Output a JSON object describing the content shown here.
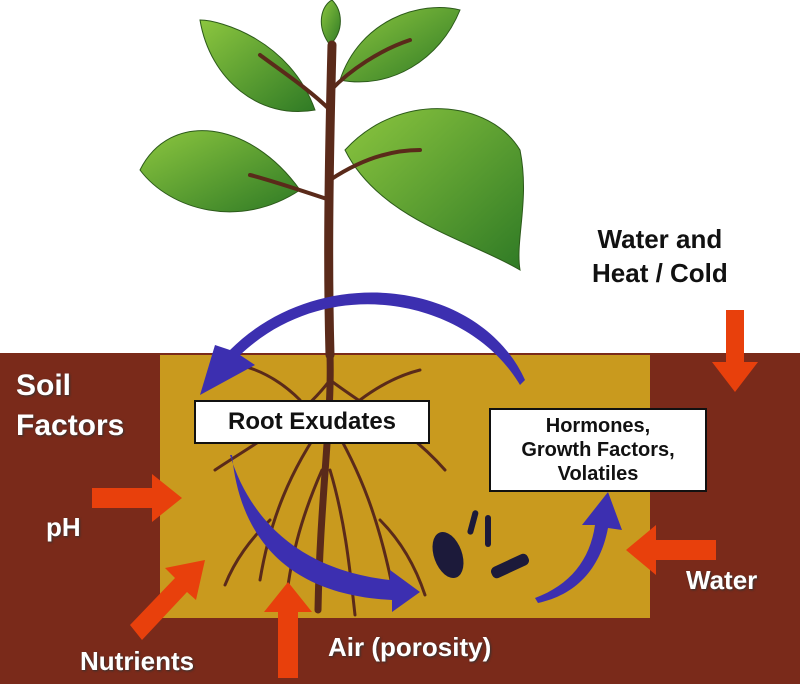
{
  "labels": {
    "weather": [
      "Water and",
      "Heat / Cold"
    ],
    "soil_factors": [
      "Soil",
      "Factors"
    ],
    "root_exudates": "Root Exudates",
    "signals": [
      "Hormones,",
      "Growth Factors,",
      "Volatiles"
    ],
    "ph": "pH",
    "nutrients": "Nutrients",
    "air": "Air (porosity)",
    "water": "Water"
  },
  "colors": {
    "soil": "#7a2a1a",
    "rhizosphere": "#c99a1e",
    "arrow_factor": "#e8400c",
    "arrow_flow": "#3c2fb0",
    "leaf": "#4f9a2c",
    "stem": "#5a2a1a"
  }
}
